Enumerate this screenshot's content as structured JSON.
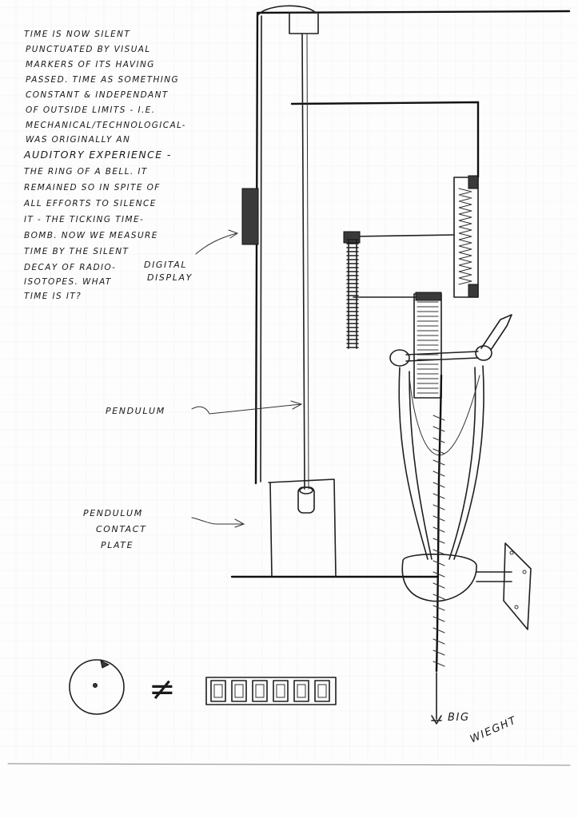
{
  "note": {
    "lines": [
      "TIME IS NOW SILENT",
      "PUNCTUATED BY VISUAL",
      "MARKERS OF ITS HAVING",
      "PASSED. TIME AS SOMETHING",
      "CONSTANT & INDEPENDANT",
      "OF OUTSIDE LIMITS - I.E.",
      "MECHANICAL/TECHNOLOGICAL-",
      "WAS ORIGINALLY AN",
      "AUDITORY EXPERIENCE -",
      "THE RING OF A BELL. IT",
      "REMAINED SO IN SPITE OF",
      "ALL EFFORTS TO SILENCE",
      "IT - THE TICKING TIME-",
      "BOMB. NOW WE MEASURE",
      "TIME BY THE SILENT",
      "DECAY OF RADIO-",
      "ISOTOPES. WHAT",
      "TIME IS IT?"
    ]
  },
  "labels": {
    "digital_display_1": "DIGITAL",
    "digital_display_2": "DISPLAY",
    "pendulum": "PENDULUM",
    "contact_plate_1": "PENDULUM",
    "contact_plate_2": "CONTACT",
    "contact_plate_3": "PLATE",
    "big_weight_1": "BIG",
    "big_weight_2": "WIEGHT",
    "not_equal_symbol": "≠"
  },
  "colors": {
    "paper": "#fdfdfd",
    "ink": "#1f1f1f"
  }
}
